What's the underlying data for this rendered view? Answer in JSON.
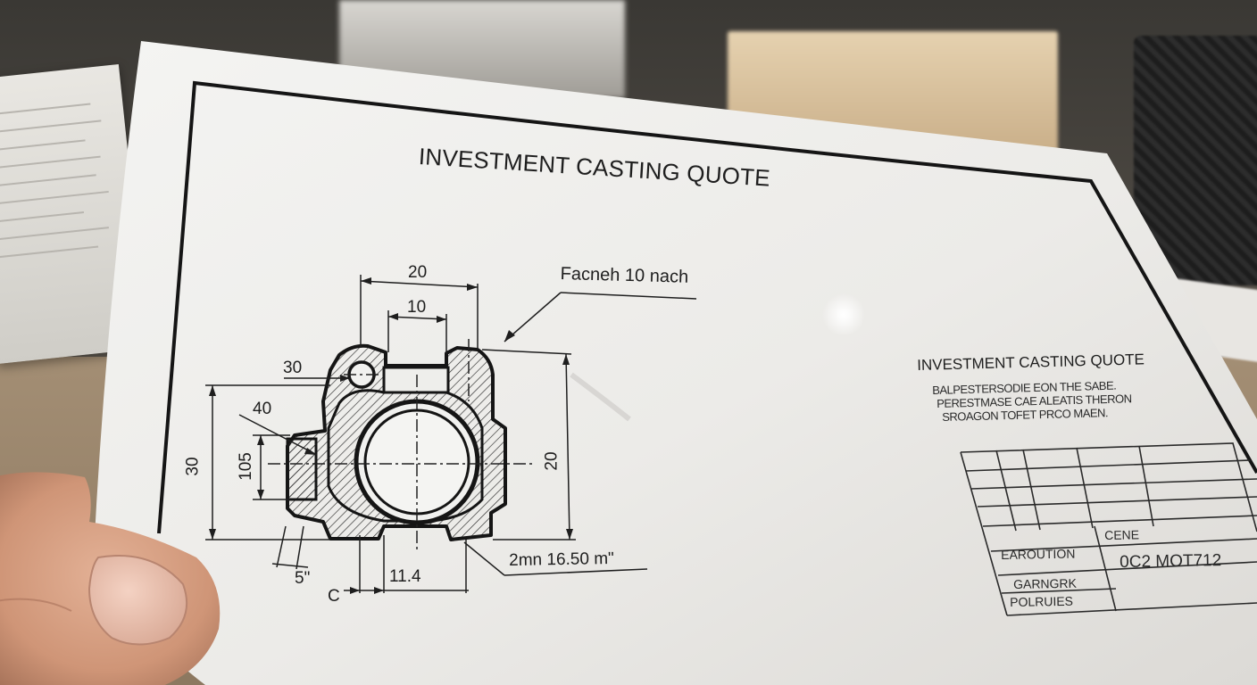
{
  "document": {
    "title": "INVESTMENT CASTING QUOTE",
    "callout": "Facneh 10 nach",
    "dimensions": {
      "top_width": "20",
      "top_inner": "10",
      "left_30": "30",
      "left_40": "40",
      "left_height": "30",
      "left_inner": "105",
      "right_height": "20",
      "bottom_5": "5\"",
      "bottom_c": "C",
      "bottom_width": "11.4",
      "bottom_note": "2mn 16.50 m\""
    },
    "notes": {
      "title": "INVESTMENT CASTING QUOTE",
      "lines": [
        "BALPESTERSODIE EON THE SABE.",
        "PERESTMASE CAE ALEATIS THERON",
        "SROAGON TOFET PRCO MAEN."
      ]
    },
    "title_block": {
      "cene_label": "CENE",
      "row1": "EAROUTION",
      "row2": "GARNGRK",
      "row3": "POLRUIES",
      "code": "0C2 MOT712"
    }
  },
  "colors": {
    "paper": "#f2f2f0",
    "ink": "#1e1e1e",
    "desk": "#a38e74",
    "skin": "#d9a184"
  }
}
